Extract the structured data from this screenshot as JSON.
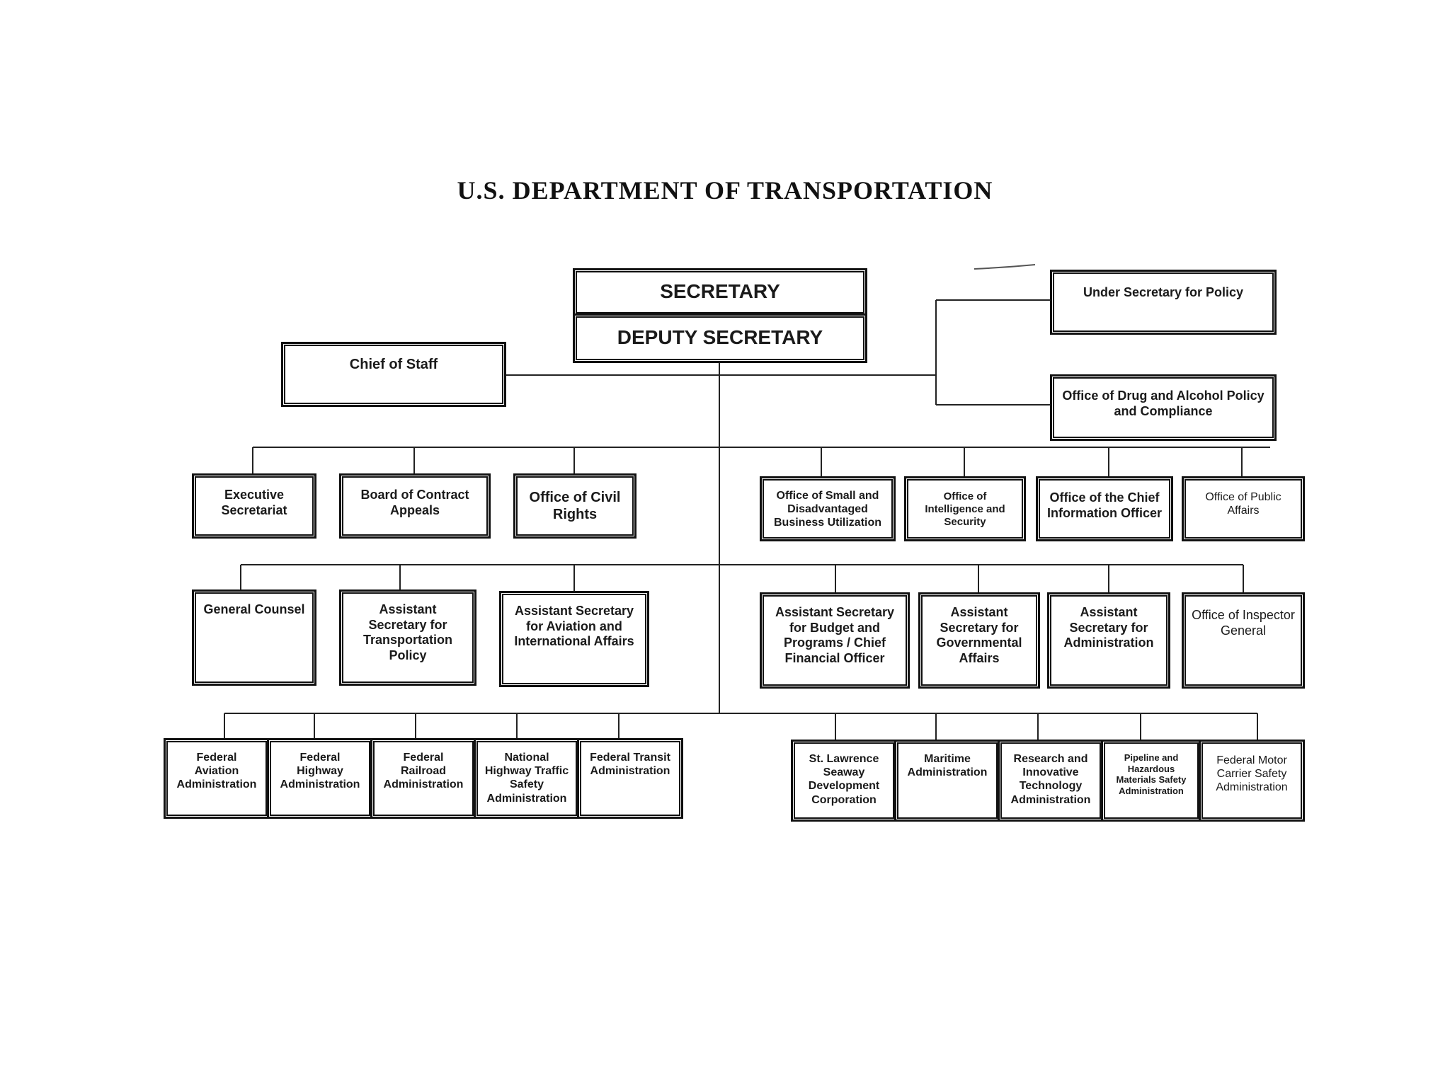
{
  "title": "U.S. DEPARTMENT OF TRANSPORTATION",
  "top": {
    "secretary": "SECRETARY",
    "deputy": "DEPUTY SECRETARY",
    "chief_of_staff": "Chief of Staff",
    "under_secretary": "Under Secretary for Policy",
    "drug_alcohol": "Office of Drug and Alcohol Policy and Compliance"
  },
  "row1": [
    "Executive Secretariat",
    "Board of Contract Appeals",
    "Office of Civil Rights",
    "Office of Small and Disadvantaged Business Utilization",
    "Office of Intelligence and Security",
    "Office of the Chief Information Officer",
    "Office of Public Affairs"
  ],
  "row2": [
    "General Counsel",
    "Assistant Secretary for Transportation Policy",
    "Assistant Secretary for Aviation and International Affairs",
    "Assistant Secretary for Budget and Programs / Chief Financial Officer",
    "Assistant Secretary for Governmental Affairs",
    "Assistant Secretary for Administration",
    "Office of Inspector General"
  ],
  "row3": [
    "Federal Aviation Administration",
    "Federal Highway Administration",
    "Federal Railroad Administration",
    "National Highway Traffic Safety Administration",
    "Federal Transit Administration",
    "St. Lawrence Seaway Development Corporation",
    "Maritime Administration",
    "Research and Innovative Technology Administration",
    "Pipeline and Hazardous Materials Safety Administration",
    "Federal Motor Carrier Safety Administration"
  ]
}
